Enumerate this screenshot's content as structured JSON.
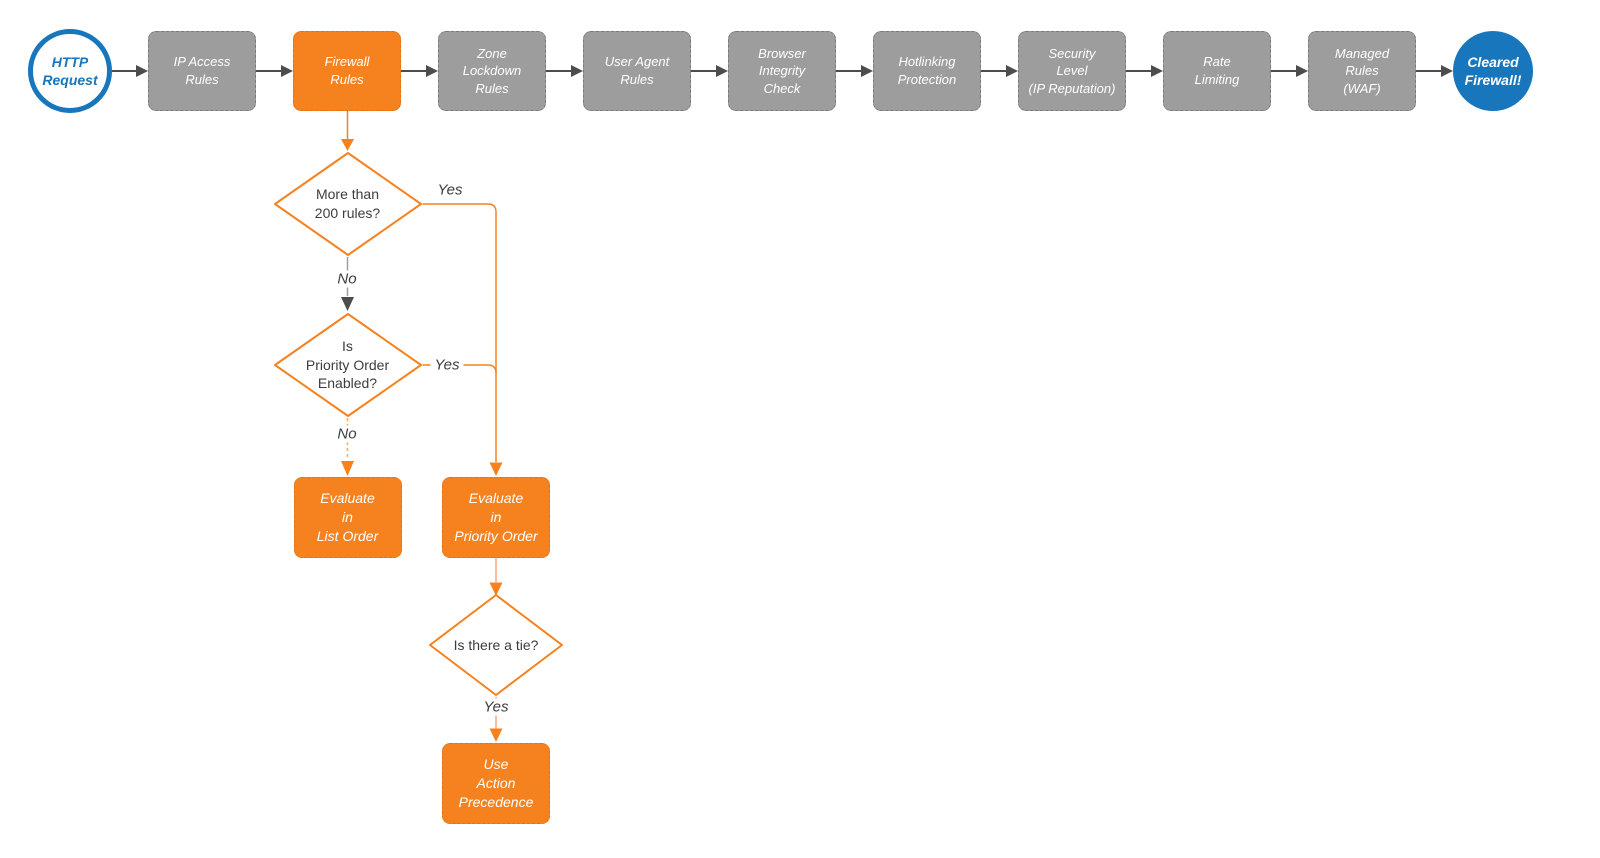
{
  "colors": {
    "accent_orange": "#F6821F",
    "stage_gray": "#9D9D9D",
    "terminal_blue": "#1776BC",
    "arrow_dark": "#4D4D4D",
    "connector_light_orange": "#F9A57B"
  },
  "pipeline": {
    "start": {
      "label": "HTTP\nRequest"
    },
    "stages": [
      {
        "label": "IP Access\nRules",
        "variant": "gray"
      },
      {
        "label": "Firewall\nRules",
        "variant": "orange"
      },
      {
        "label": "Zone\nLockdown\nRules",
        "variant": "gray"
      },
      {
        "label": "User Agent\nRules",
        "variant": "gray"
      },
      {
        "label": "Browser\nIntegrity\nCheck",
        "variant": "gray"
      },
      {
        "label": "Hotlinking\nProtection",
        "variant": "gray"
      },
      {
        "label": "Security\nLevel\n(IP Reputation)",
        "variant": "gray"
      },
      {
        "label": "Rate\nLimiting",
        "variant": "gray"
      },
      {
        "label": "Managed\nRules\n(WAF)",
        "variant": "gray"
      }
    ],
    "end": {
      "label": "Cleared\nFirewall!"
    }
  },
  "branch": {
    "decision_rule_count": {
      "question": "More than\n200 rules?",
      "yes_label": "Yes",
      "no_label": "No"
    },
    "decision_priority_enabled": {
      "question": "Is\nPriority Order\nEnabled?",
      "yes_label": "Yes",
      "no_label": "No"
    },
    "decision_tie": {
      "question": "Is there a tie?",
      "yes_label": "Yes"
    },
    "evaluate_list_order": {
      "label": "Evaluate\nin\nList Order"
    },
    "evaluate_priority_order": {
      "label": "Evaluate\nin\nPriority Order"
    },
    "use_action_precedence": {
      "label": "Use\nAction\nPrecedence"
    }
  }
}
